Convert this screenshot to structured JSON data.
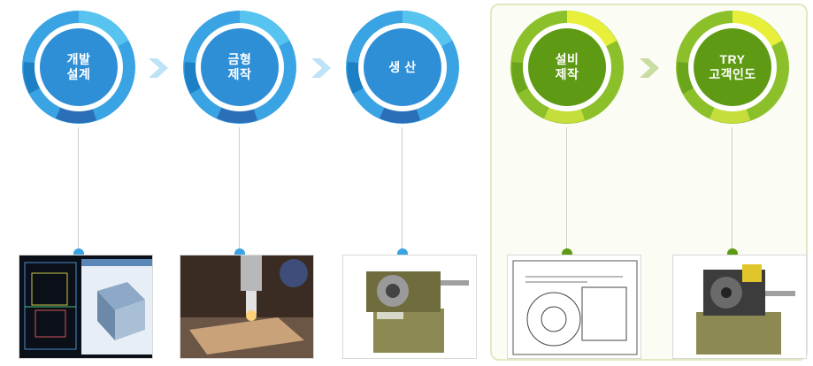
{
  "steps": [
    {
      "line1": "개발",
      "line2": "설계"
    },
    {
      "line1": "금형",
      "line2": "제작"
    },
    {
      "line1": "생 산",
      "line2": ""
    },
    {
      "line1": "설비",
      "line2": "제작"
    },
    {
      "line1": "TRY",
      "line2": "고객인도"
    }
  ],
  "colors": {
    "blue_center": "#2f8fd6",
    "blue_ring": "#3aa3e3",
    "green_center": "#5e9a14",
    "green_ring": "#8bc02a",
    "arrow_blue": "#bfe3f6",
    "arrow_green": "#c9dca2",
    "panel_border": "#dfe9c2"
  },
  "images": [
    {
      "icon": "cad-software-screenshot"
    },
    {
      "icon": "milling-machine-photo"
    },
    {
      "icon": "spring-machine-photo"
    },
    {
      "icon": "technical-drawing"
    },
    {
      "icon": "spring-machine-photo"
    }
  ]
}
